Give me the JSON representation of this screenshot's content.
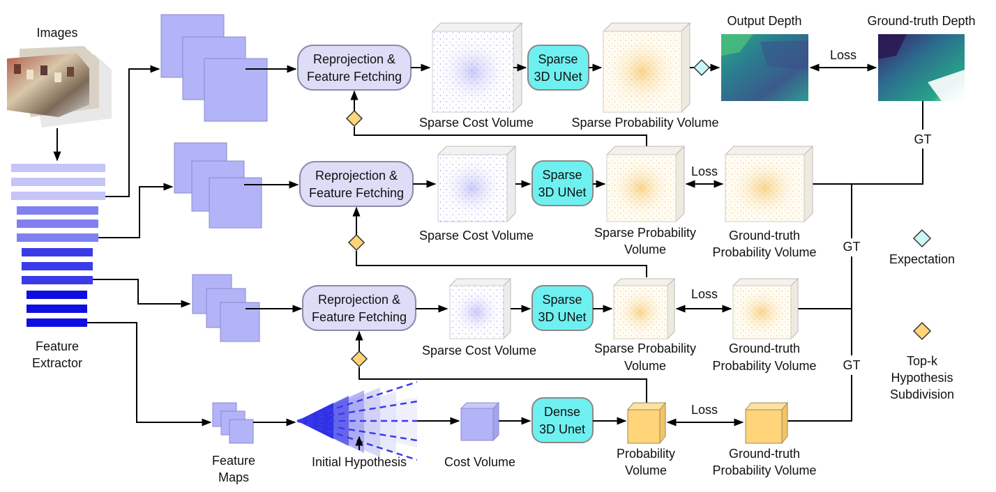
{
  "labels": {
    "images": "Images",
    "feature_extractor_1": "Feature",
    "feature_extractor_2": "Extractor",
    "feature_maps_1": "Feature",
    "feature_maps_2": "Maps",
    "initial_hypothesis": "Initial Hypothesis",
    "cost_volume": "Cost Volume",
    "probability_volume_1": "Probability",
    "probability_volume_2": "Volume",
    "output_depth": "Output Depth",
    "gt_depth": "Ground-truth Depth",
    "loss": "Loss",
    "gt": "GT",
    "sparse_cost_volume": "Sparse Cost Volume",
    "sparse_prob_volume": "Sparse Probability Volume",
    "sparse_prob_1": "Sparse Probability",
    "sparse_prob_2": "Volume",
    "gt_prob_1": "Ground-truth",
    "gt_prob_2": "Probability Volume"
  },
  "reprojection": {
    "line1": "Reprojection &",
    "line2": "Feature Fetching"
  },
  "unet_sparse": {
    "line1": "Sparse",
    "line2": "3D UNet"
  },
  "unet_dense": {
    "line1": "Dense",
    "line2": "3D Unet"
  },
  "legend": {
    "expectation": "Expectation",
    "topk_1": "Top-k",
    "topk_2": "Hypothesis",
    "topk_3": "Subdivision"
  },
  "colors": {
    "feature_map": "#b3b3f7",
    "node_fill": "#ddddf7",
    "unet_fill": "#6ff0f0",
    "prob_fill": "#ffd47a",
    "expectation_diamond": "#c9f6f6",
    "topk_diamond": "#ffd47a"
  }
}
